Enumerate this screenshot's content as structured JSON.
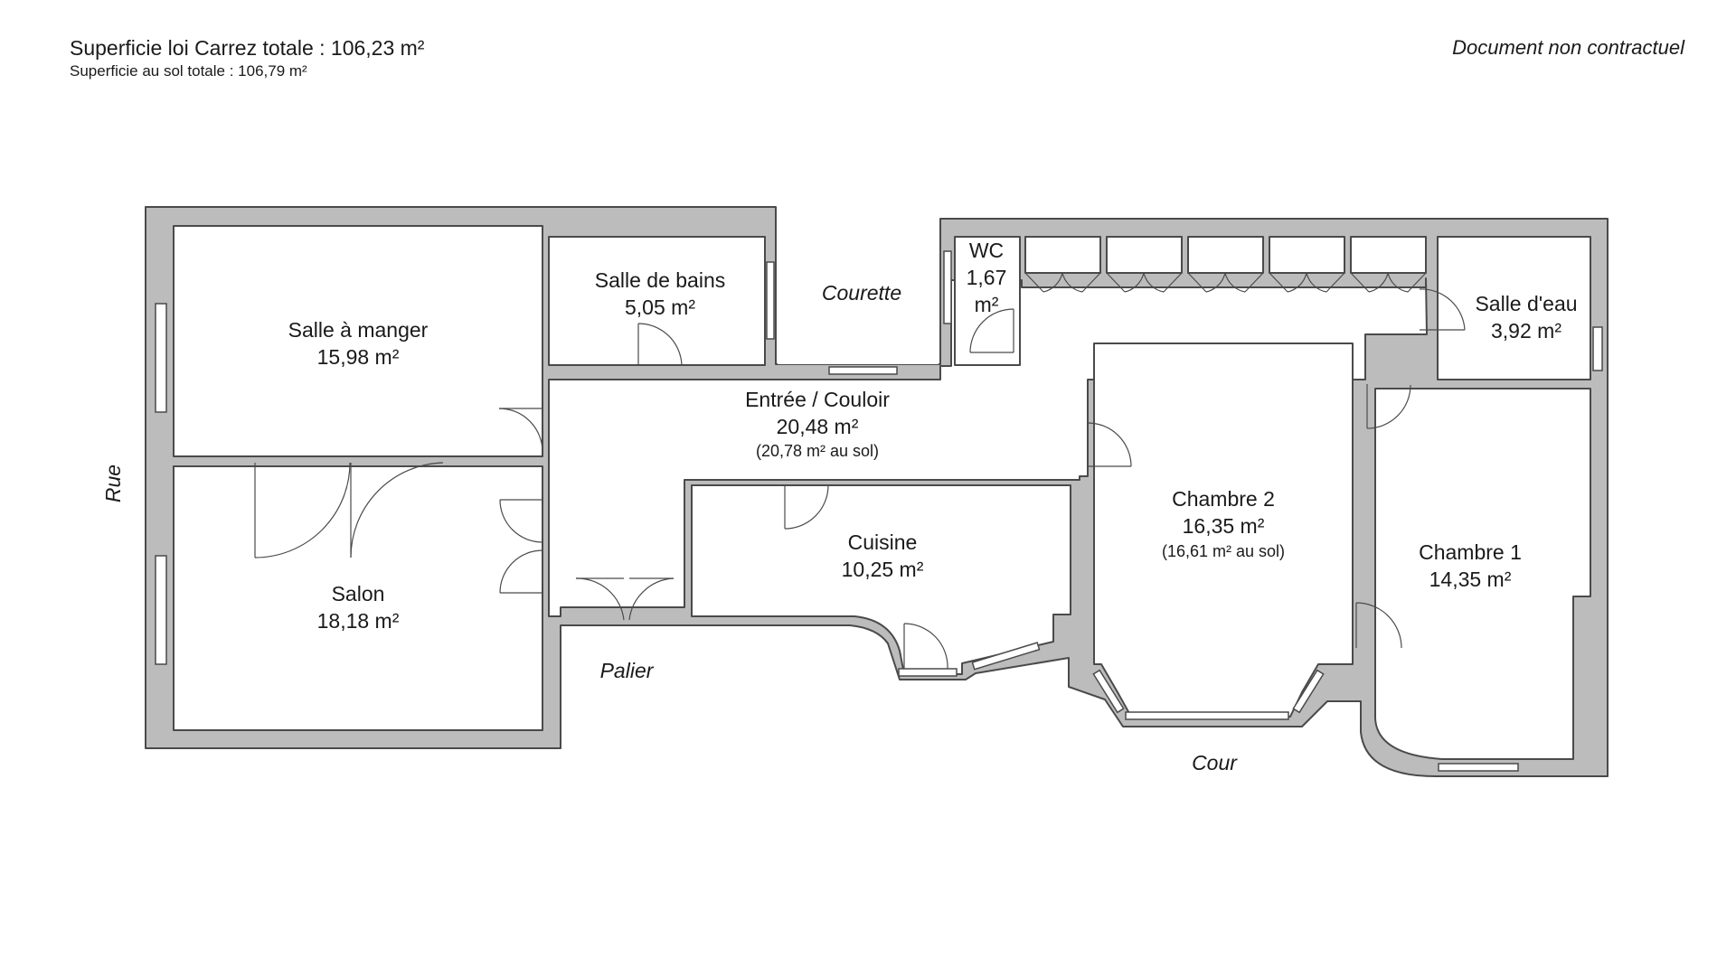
{
  "header": {
    "carrez_total": "Superficie loi Carrez totale : 106,23 m²",
    "floor_total": "Superficie au sol totale : 106,79 m²",
    "disclaimer": "Document non contractuel"
  },
  "rooms": {
    "salle_a_manger": {
      "name": "Salle à manger",
      "area": "15,98 m²"
    },
    "salon": {
      "name": "Salon",
      "area": "18,18 m²"
    },
    "salle_de_bains": {
      "name": "Salle de bains",
      "area": "5,05 m²"
    },
    "entree": {
      "name": "Entrée / Couloir",
      "area": "20,48 m²",
      "floor": "(20,78 m² au sol)"
    },
    "cuisine": {
      "name": "Cuisine",
      "area": "10,25 m²"
    },
    "wc": {
      "name": "WC",
      "area_l1": "1,67",
      "area_l2": "m²"
    },
    "chambre2": {
      "name": "Chambre 2",
      "area": "16,35 m²",
      "floor": "(16,61 m² au sol)"
    },
    "salle_deau": {
      "name": "Salle d'eau",
      "area": "3,92 m²"
    },
    "chambre1": {
      "name": "Chambre 1",
      "area": "14,35 m²"
    }
  },
  "places": {
    "rue": "Rue",
    "courette": "Courette",
    "palier": "Palier",
    "cour": "Cour"
  },
  "colors": {
    "wall": "#bcbcbc",
    "outline": "#4a4a4a",
    "room": "#ffffff"
  }
}
